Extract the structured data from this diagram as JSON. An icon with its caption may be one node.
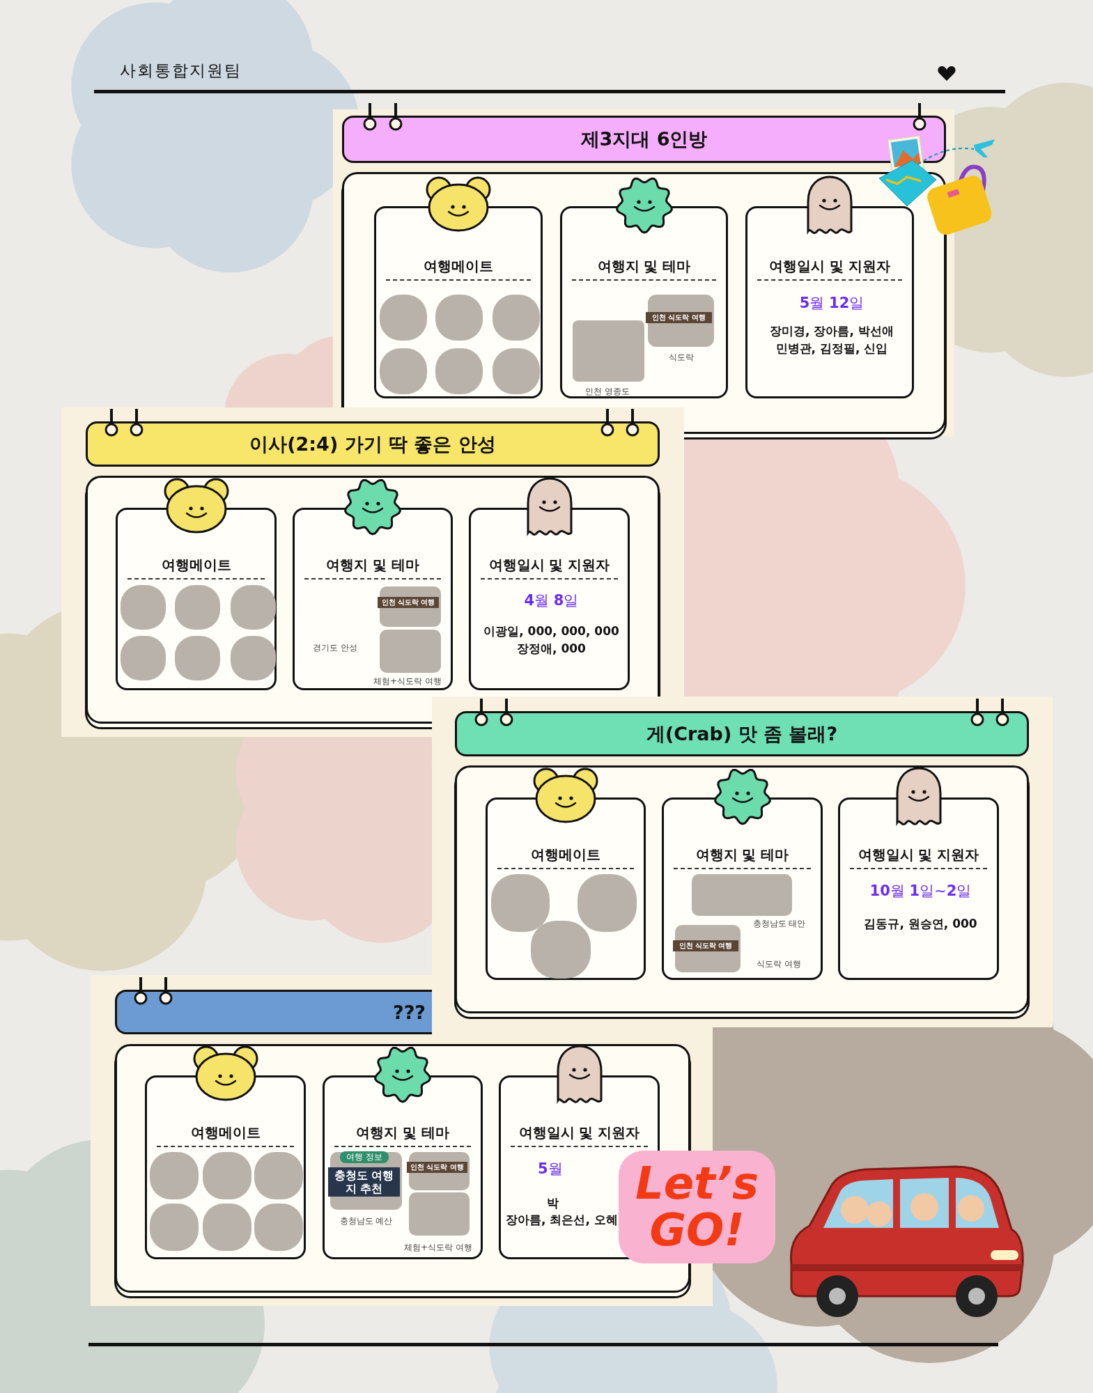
{
  "diagram": {
    "title": "사회통합지원팀",
    "nodes": [
      {
        "text": [
          "제3지대 6인방"
        ]
      },
      {
        "text": [
          "여행메이트"
        ],
        "in": 0
      },
      {
        "text": [
          "여행지 및 테마",
          "인천 영종도",
          "식도락"
        ],
        "in": 0
      },
      {
        "text": [
          "여행일시 및 지원자",
          "**5**월 **12**일",
          "장미경, 장아름, 박선애 민병관, 김정필, 신입"
        ],
        "in": 0
      },
      {
        "text": [
          "이사(2:4) 가기 딱 좋은 안성"
        ]
      },
      {
        "text": [
          "여행메이트"
        ],
        "in": 4
      },
      {
        "text": [
          "여행지 및 테마",
          "경기도 안성",
          "체험+식도락 여행"
        ],
        "in": 4
      },
      {
        "text": [
          "여행일시 및 지원자",
          "**4**월 **8**일",
          "이광일, 000, 000, 000 장정애, 000"
        ],
        "in": 4
      },
      {
        "text": [
          "게(Crab) 맛 좀 볼래?"
        ]
      },
      {
        "text": [
          "여행메이트"
        ],
        "in": 8
      },
      {
        "text": [
          "여행지 및 테마",
          "충청남도 태안",
          "식도락 여행"
        ],
        "in": 8
      },
      {
        "text": [
          "여행일시 및 지원자",
          "**10**월 **1**일~**2**일",
          "김동규, 원승연, 000"
        ],
        "in": 8
      },
      {
        "text": [
          "???"
        ]
      },
      {
        "text": [
          "여행메이트"
        ],
        "in": 12
      },
      {
        "text": [
          "여행지 및 테마",
          "충청남도 예산",
          "체험+식도락 여행"
        ],
        "in": 12
      },
      {
        "text": [
          "여행일시 및 지원자",
          "**5**월",
          "박",
          "장아름, 최은선, 오혜"
        ],
        "in": 12
      }
    ],
    "edges": [],
    "labels": [
      "인천 식도락 여행",
      "인천 식도락 여행",
      "인천 식도락 여행",
      "여행 정보",
      "충청도 여행지 추천",
      "인천 식도락 여행",
      "Let’s GO!"
    ]
  }
}
